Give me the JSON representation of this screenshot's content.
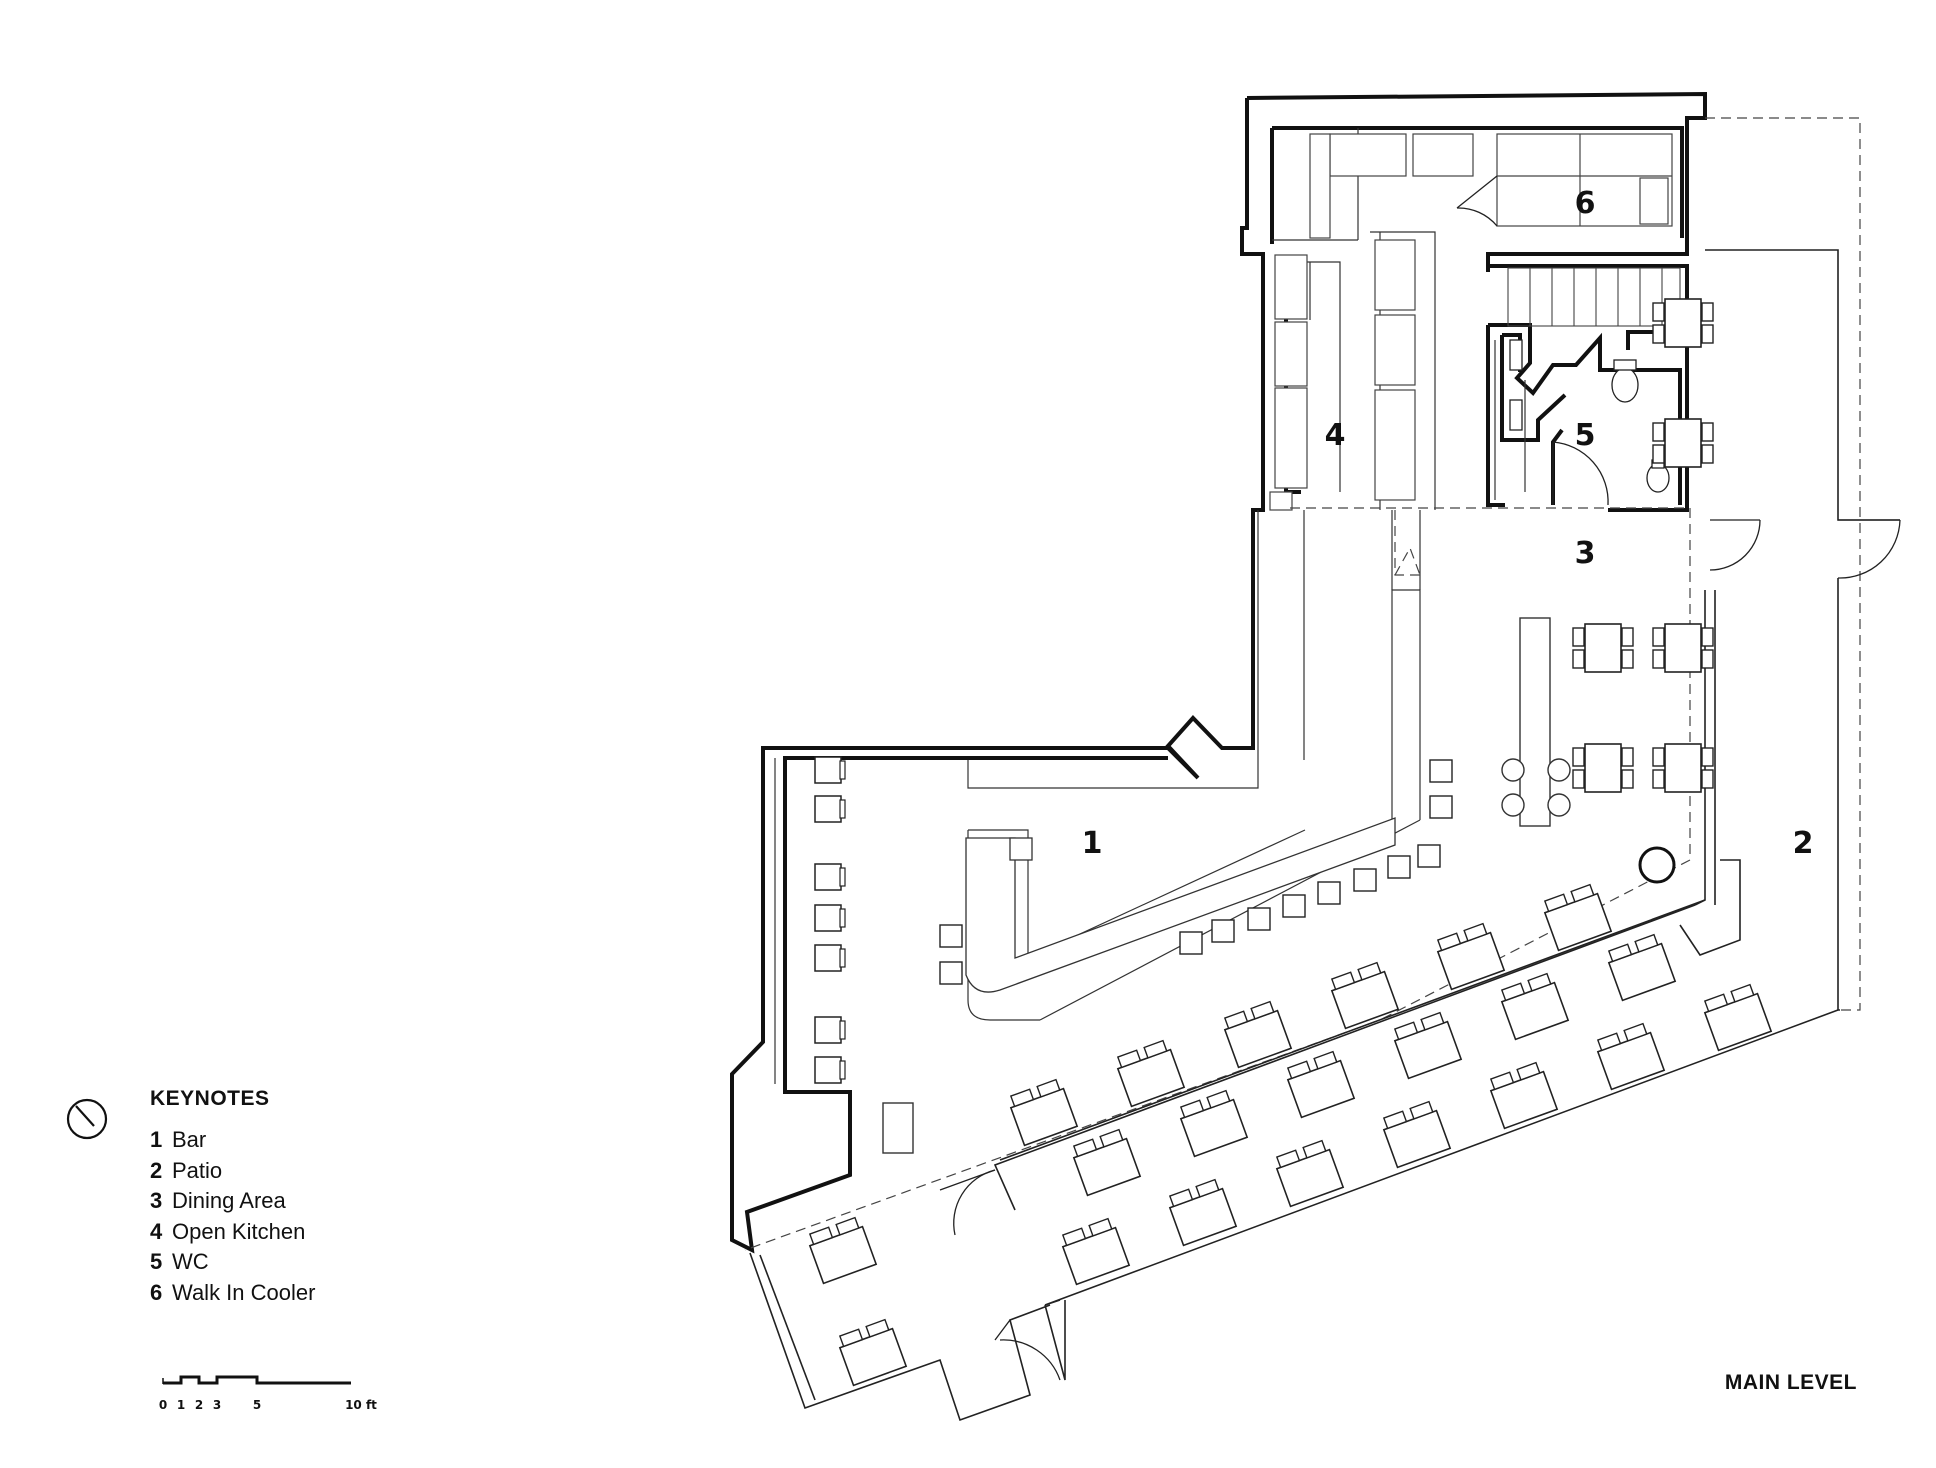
{
  "keynotes": {
    "title": "KEYNOTES",
    "items": [
      {
        "num": "1",
        "label": "Bar"
      },
      {
        "num": "2",
        "label": "Patio"
      },
      {
        "num": "3",
        "label": "Dining Area"
      },
      {
        "num": "4",
        "label": "Open Kitchen"
      },
      {
        "num": "5",
        "label": "WC"
      },
      {
        "num": "6",
        "label": "Walk In Cooler"
      }
    ]
  },
  "scale_bar": {
    "ticks": [
      "0",
      "1",
      "2",
      "3",
      "5",
      "10 ft"
    ]
  },
  "level_label": "MAIN LEVEL",
  "room_numbers": {
    "bar": "1",
    "patio": "2",
    "dining": "3",
    "kitchen": "4",
    "wc": "5",
    "cooler": "6"
  }
}
